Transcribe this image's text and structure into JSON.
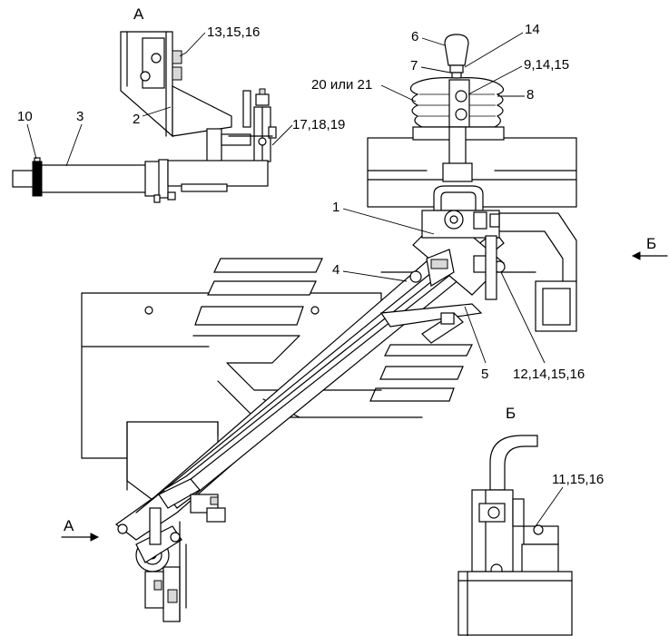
{
  "views": {
    "view_a_title": "А",
    "view_b_title": "Б",
    "arrow_a_label": "А",
    "arrow_b_label": "Б"
  },
  "callouts": {
    "c13_15_16": "13,15,16",
    "c2": "2",
    "c10": "10",
    "c3": "3",
    "c17_18_19": "17,18,19",
    "c6": "6",
    "c14": "14",
    "c7": "7",
    "c9_14_15": "9,14,15",
    "c20_21": "20 или 21",
    "c8": "8",
    "c1": "1",
    "c4": "4",
    "c5": "5",
    "c12_14_15_16": "12,14,15,16",
    "c11_15_16": "11,15,16"
  }
}
